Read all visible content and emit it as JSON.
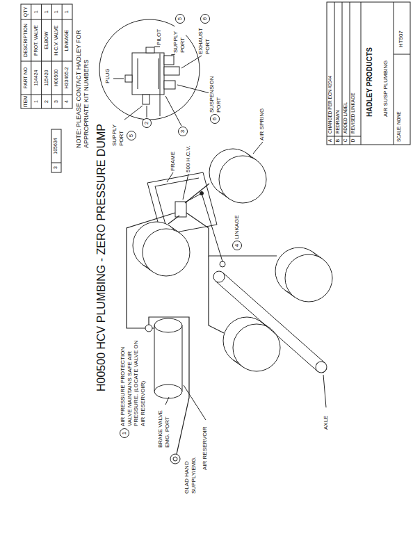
{
  "diagram": {
    "title": "H00500 HCV PLUMBING - ZERO PRESSURE DUMP",
    "labels": [
      "NOTE: PLEASE CONTACT HADLEY FOR APPROPRIATE KIT NUMBERS",
      "ITEM",
      "PART NO",
      "DESCRIPTION",
      "QTY",
      "1",
      "114424",
      "PROT. VALVE",
      "1",
      "2",
      "115420",
      "ELBOW",
      "1",
      "3",
      "H00500",
      "H.C.V. VALVE",
      "1",
      "4",
      "H33465-2",
      "LINKAGE",
      "1",
      "3",
      "105634",
      "PLUG",
      "PILOT",
      "SUPPLY PORT",
      "5",
      "EXHAUST PORT",
      "6",
      "SUSPENSION PORT",
      "6",
      "SUPPLY PORT",
      "5",
      "2",
      "3",
      "500 H.C.V.",
      "FRAME",
      "AIR SPRING",
      "4",
      "LINKAGE",
      "AXLE",
      "1",
      "AIR PRESSURE PROTECTION VALVE MAINTAINS SAFE AIR PRESSURE. (LOCATE VALVE ON AIR RESERVOIR)",
      "BRAKE VALVE EMG. PORT",
      "GLAD HAND SUPPLY/EMG.",
      "AIR RESERVOIR",
      "A",
      "CHANGED PER ECN #2044",
      "B",
      "REDRAWN",
      "C",
      "ADDED LABEL",
      "D",
      "REVISED LINKAGE",
      "HADLEY PRODUCTS",
      "AIR SUSP PLUMBING",
      "SCALE: NONE",
      "HT507"
    ]
  }
}
